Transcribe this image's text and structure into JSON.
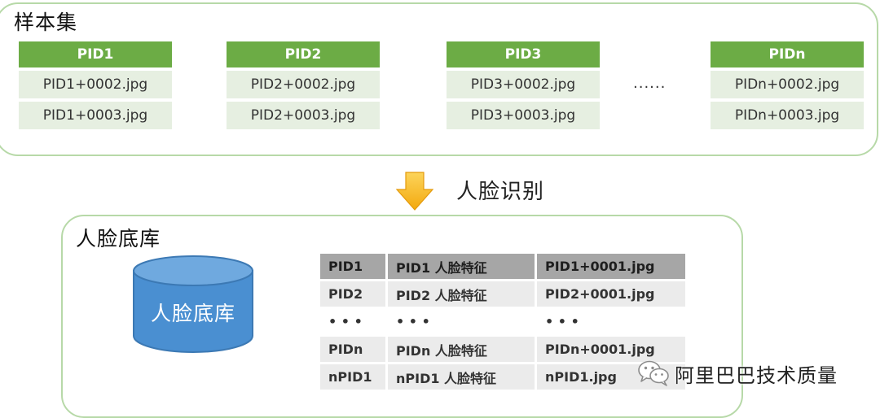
{
  "sample_set": {
    "title": "样本集",
    "columns": [
      {
        "header": "PID1",
        "files": [
          "PID1+0002.jpg",
          "PID1+0003.jpg"
        ]
      },
      {
        "header": "PID2",
        "files": [
          "PID2+0002.jpg",
          "PID2+0003.jpg"
        ]
      },
      {
        "header": "PID3",
        "files": [
          "PID3+0002.jpg",
          "PID3+0003.jpg"
        ]
      },
      {
        "header": "PIDn",
        "files": [
          "PIDn+0002.jpg",
          "PIDn+0003.jpg"
        ]
      }
    ],
    "ellipsis": "......"
  },
  "flow": {
    "label": "人脸识别",
    "arrow_icon": "down-arrow-icon",
    "arrow_color": "#f6b51d"
  },
  "face_base": {
    "title": "人脸底库",
    "db_label": "人脸底库",
    "db_color": "#4a8fd1",
    "rows": [
      [
        "PID1",
        "PID1 人脸特征",
        "PID1+0001.jpg"
      ],
      [
        "PID2",
        "PID2 人脸特征",
        "PID2+0001.jpg"
      ],
      [
        "• • •",
        "• • •",
        "• • •"
      ],
      [
        "PIDn",
        "PIDn 人脸特征",
        "PIDn+0001.jpg"
      ],
      [
        "nPID1",
        "nPID1 人脸特征",
        "nPID1.jpg"
      ]
    ]
  },
  "watermark": {
    "text": "阿里巴巴技术质量",
    "icon": "wechat-icon"
  },
  "colors": {
    "panel_border": "#b7d9a8",
    "sample_header": "#6cac45",
    "sample_cell": "#e6efe1",
    "table_header_row": "#a6a6a6",
    "table_row": "#ebebeb"
  }
}
